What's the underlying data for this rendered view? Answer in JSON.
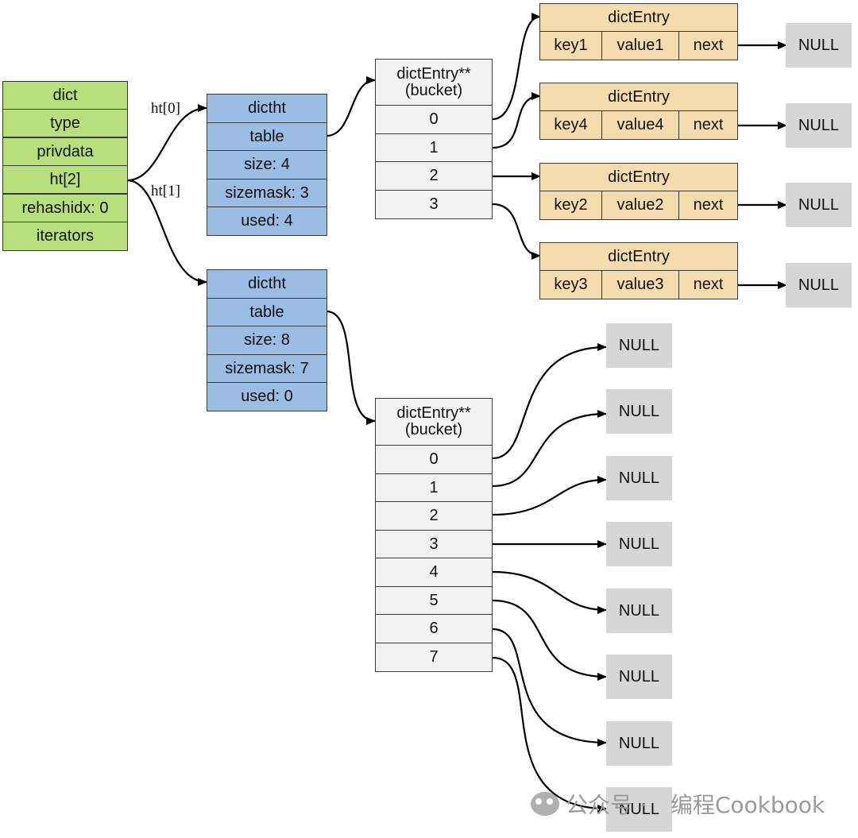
{
  "dict": {
    "fields": [
      "dict",
      "type",
      "privdata",
      "ht[2]",
      "rehashidx: 0",
      "iterators"
    ]
  },
  "edge_labels": {
    "ht0": "ht[0]",
    "ht1": "ht[1]"
  },
  "ht0": {
    "fields": [
      "dictht",
      "table",
      "size: 4",
      "sizemask: 3",
      "used: 4"
    ]
  },
  "ht1": {
    "fields": [
      "dictht",
      "table",
      "size: 8",
      "sizemask: 7",
      "used: 0"
    ]
  },
  "bucket0": {
    "title_line1": "dictEntry**",
    "title_line2": "(bucket)",
    "slots": [
      "0",
      "1",
      "2",
      "3"
    ]
  },
  "bucket1": {
    "title_line1": "dictEntry**",
    "title_line2": "(bucket)",
    "slots": [
      "0",
      "1",
      "2",
      "3",
      "4",
      "5",
      "6",
      "7"
    ]
  },
  "entries": [
    {
      "title": "dictEntry",
      "key": "key1",
      "value": "value1",
      "next": "next"
    },
    {
      "title": "dictEntry",
      "key": "key4",
      "value": "value4",
      "next": "next"
    },
    {
      "title": "dictEntry",
      "key": "key2",
      "value": "value2",
      "next": "next"
    },
    {
      "title": "dictEntry",
      "key": "key3",
      "value": "value3",
      "next": "next"
    }
  ],
  "null_label": "NULL",
  "watermark": {
    "name": "公众号 ·",
    "brand": "编程Cookbook"
  }
}
